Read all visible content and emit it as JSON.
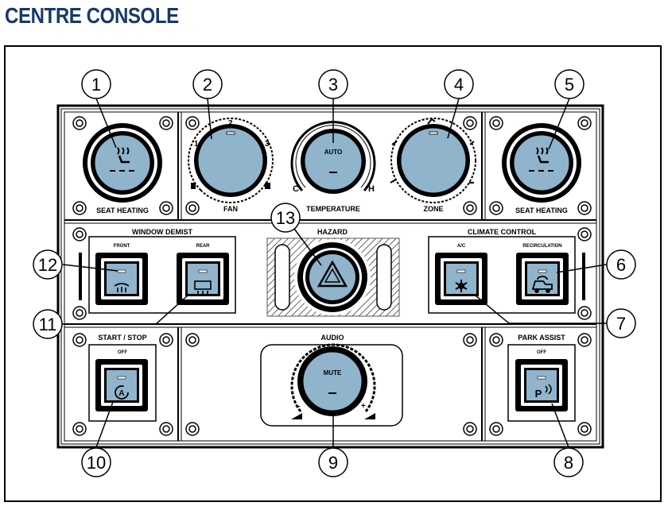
{
  "title": "CENTRE CONSOLE",
  "colors": {
    "title": "#173a6a",
    "button_face": "#8fb4cc",
    "knob_face": "#8fb4cc",
    "panel_stroke": "#000000",
    "hatch": "#666666"
  },
  "labels": {
    "seat_heating_left": "SEAT HEATING",
    "fan": "FAN",
    "temperature": "TEMPERATURE",
    "zone": "ZONE",
    "seat_heating_right": "SEAT HEATING",
    "window_demist": "WINDOW DEMIST",
    "front": "FRONT",
    "rear": "REAR",
    "hazard": "HAZARD",
    "climate_control": "CLIMATE CONTROL",
    "ac": "A/C",
    "recirculation": "RECIRCULATION",
    "start_stop": "START / STOP",
    "start_stop_off": "OFF",
    "audio": "AUDIO",
    "park_assist": "PARK ASSIST",
    "park_assist_off": "OFF",
    "auto": "AUTO",
    "mute": "MUTE",
    "temp_cold": "C",
    "temp_hot": "H",
    "fan_1": "1",
    "fan_2": "2",
    "fan_3": "3",
    "vol_minus": "–",
    "vol_plus": "+"
  },
  "icons": {
    "seat_heating": "seat-heater-icon",
    "front_demist": "front-defrost-icon",
    "rear_demist": "rear-defrost-icon",
    "hazard": "hazard-triangle-icon",
    "ac": "snowflake-icon",
    "recirculation": "recirculation-icon",
    "start_stop": "auto-stop-icon",
    "park_assist": "park-assist-icon"
  },
  "callouts": [
    "1",
    "2",
    "3",
    "4",
    "5",
    "6",
    "7",
    "8",
    "9",
    "10",
    "11",
    "12",
    "13"
  ]
}
